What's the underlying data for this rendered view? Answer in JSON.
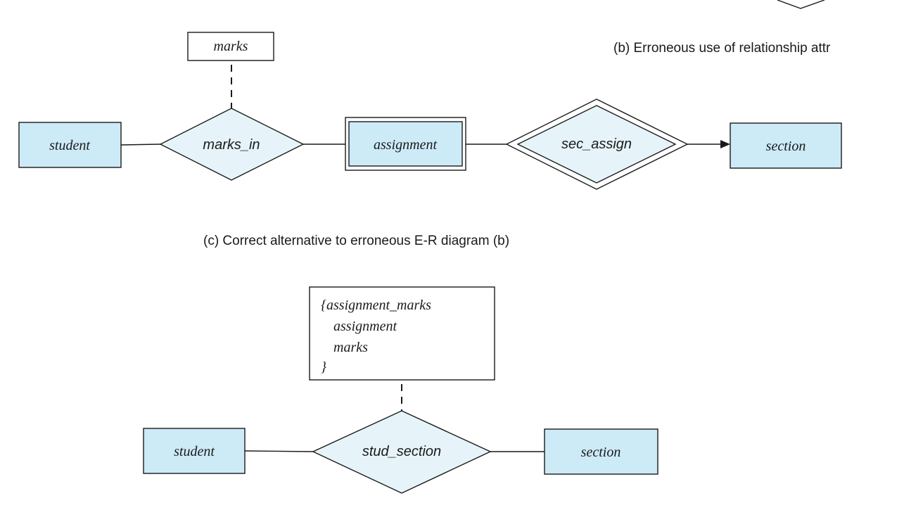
{
  "captions": {
    "b": "(b) Erroneous use of relationship attr",
    "c": "(c) Correct alternative to erroneous E-R diagram (b)"
  },
  "diagram_b": {
    "attribute": "marks",
    "entity_left": "student",
    "relationship": "marks_in",
    "weak_entity": "assignment",
    "identifying_relationship": "sec_assign",
    "entity_right": "section"
  },
  "diagram_c": {
    "attribute_lines": [
      "{assignment_marks",
      "assignment",
      "marks",
      "}"
    ],
    "entity_left": "student",
    "relationship": "stud_section",
    "entity_right": "section"
  },
  "colors": {
    "entity_fill": "#cdeaf7",
    "relationship_fill": "#e6f4fa",
    "stroke": "#1a1a1a"
  }
}
